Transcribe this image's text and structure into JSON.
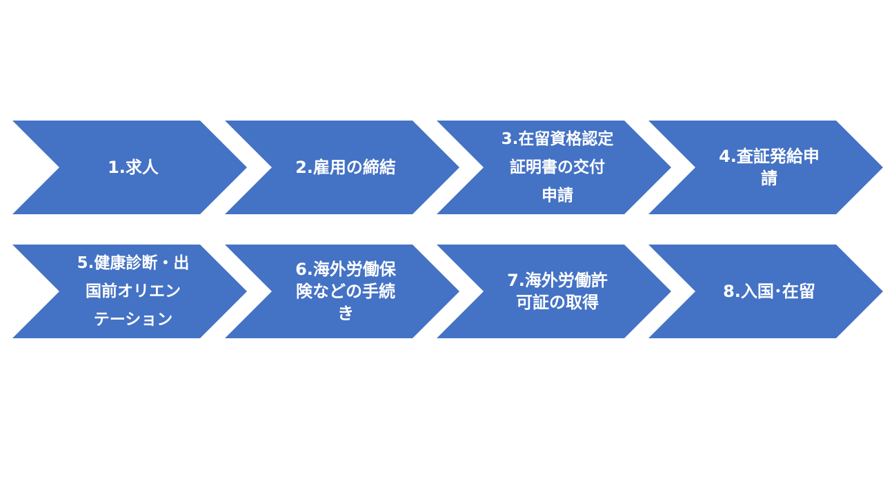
{
  "steps": [
    {
      "label": "1.求人"
    },
    {
      "label": "2.雇用の締結"
    },
    {
      "label": "3.在留資格認定\n証明書の交付\n申請"
    },
    {
      "label": "4.査証発給申\n請"
    },
    {
      "label": "5.健康診断・出\n国前オリエン\nテーション"
    },
    {
      "label": "6.海外労働保\n険などの手続\nき"
    },
    {
      "label": "7.海外労働許\n可証の取得"
    },
    {
      "label": "8.入国･在留"
    }
  ],
  "colors": {
    "chevron_fill": "#4472C4",
    "text": "#FFFFFF",
    "background": "#FFFFFF"
  }
}
